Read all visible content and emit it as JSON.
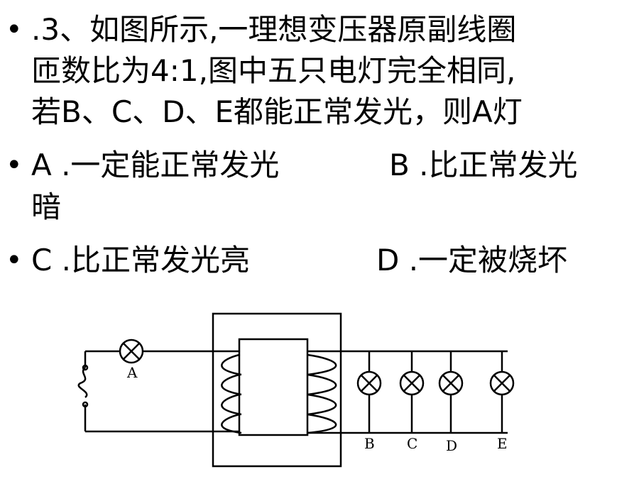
{
  "question": {
    "line1": ".3、如图所示,一理想变压器原副线圈",
    "line2": "匝数比为4:1,图中五只电灯完全相同,",
    "line3": "若B、C、D、E都能正常发光，则A灯"
  },
  "options": {
    "a": "A .一定能正常发光",
    "b_part1": "B .比正常发光",
    "b_part2": "暗",
    "c": "C .比正常发光亮",
    "d": "D .一定被烧坏"
  },
  "bullet_char": "•",
  "diagram": {
    "lamp_labels": [
      "A",
      "B",
      "C",
      "D",
      "E"
    ]
  }
}
